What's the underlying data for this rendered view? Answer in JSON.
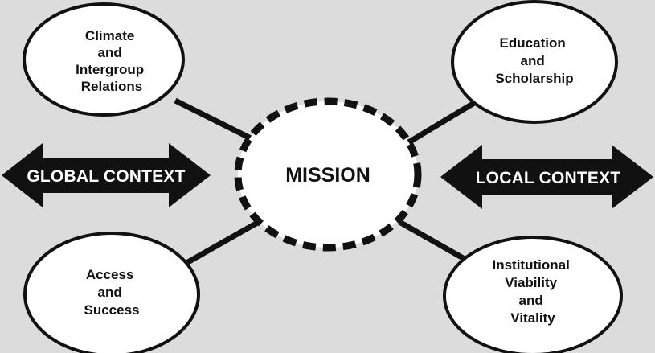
{
  "center": {
    "label": "MISSION"
  },
  "nodes": {
    "top_left": [
      "Climate",
      "and",
      "Intergroup",
      "Relations"
    ],
    "top_right": [
      "Education",
      "and",
      "Scholarship"
    ],
    "bottom_left": [
      "Access",
      "and",
      "Success"
    ],
    "bottom_right": [
      "Institutional",
      "Viability",
      "and",
      "Vitality"
    ]
  },
  "arrows": {
    "left": "GLOBAL CONTEXT",
    "right": "LOCAL CONTEXT"
  },
  "colors": {
    "background": "#dcdcdc",
    "ink": "#111111",
    "fill": "#ffffff"
  }
}
